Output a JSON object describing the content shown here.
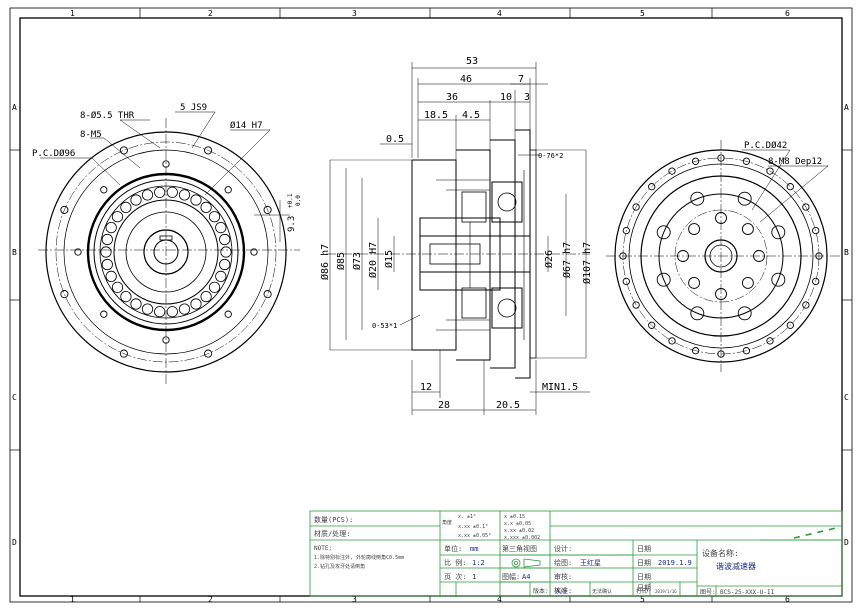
{
  "frame": {
    "top_numbers": [
      "1",
      "2",
      "3",
      "4",
      "5",
      "6"
    ],
    "bottom_numbers": [
      "1",
      "2",
      "3",
      "4",
      "5",
      "6"
    ],
    "side_letters": [
      "A",
      "B",
      "C",
      "D"
    ]
  },
  "left_view": {
    "callouts": [
      "8-Ø5.5 THR",
      "5 JS9",
      "8-M5",
      "Ø14 H7",
      "P.C.DØ96",
      "9.3",
      "+0.1",
      "0.0"
    ]
  },
  "section_view": {
    "top_dims": [
      "53",
      "46",
      "7",
      "36",
      "10",
      "3",
      "18.5",
      "4.5",
      "0.5"
    ],
    "note_top": "0-76*2",
    "note_bottom": "0-53*1",
    "diameters_left": [
      "Ø86 h7",
      "Ø85",
      "Ø73",
      "Ø20 H7",
      "Ø15"
    ],
    "diameters_right": [
      "Ø26",
      "Ø67 h7",
      "Ø107 h7"
    ],
    "bottom_dims": [
      "12",
      "28",
      "20.5",
      "MIN1.5"
    ]
  },
  "right_view": {
    "callouts": [
      "P.C.DØ42",
      "8-M8 Dep12"
    ]
  },
  "title_block": {
    "qty": "数量(PCS):",
    "material": "材质/处理:",
    "note_title": "NOTE:",
    "note_1": "1.除特别标注外, 外轮廓线倒角C0.5mm",
    "note_2": "2.钻孔及攻牙处请倒角",
    "tol_angle": "角度",
    "tol_rows_left": [
      "x.    ±1°",
      "x.xx  ±0.1°",
      "x.xx  ±0.05°"
    ],
    "tol_rows_right": [
      "x    ±0.15",
      "x.x  ±0.05",
      "x.xx ±0.02",
      "x.xxx ±0.002"
    ],
    "unit_label": "单位:",
    "unit_value": "mm",
    "scale_label": "比 例:",
    "scale_value": "1:2",
    "pages_label": "页 次:",
    "pages_value": "1",
    "projection": "第三角视图",
    "sheet_label": "图幅:",
    "sheet_value": "A4",
    "version_label": "版本:",
    "version_value": "A/0",
    "design": "设计:",
    "draw": "绘图:",
    "drawer": "王红星",
    "review": "审核:",
    "approve": "核准:",
    "print": "打印",
    "print_date": "2019/1/16",
    "confirm": "无法确认",
    "date1": "日期",
    "date2": "日期",
    "date2_value": "2019.1.9",
    "date3": "日期",
    "date4": "日期",
    "device_label": "设备名称:",
    "device_value": "谐波减速器",
    "drawing_no_label": "图号:",
    "drawing_no_value": "BCS-25-XXX-U-II"
  }
}
